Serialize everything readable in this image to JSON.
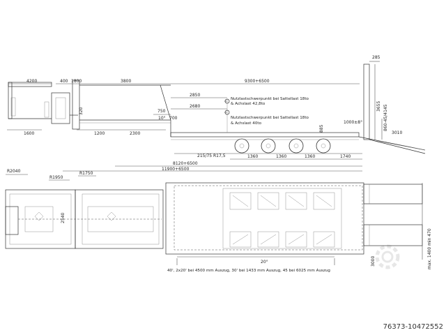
{
  "drawing": {
    "top_dims": {
      "d4200": "4200",
      "d400": "400",
      "d1800": "1800",
      "d3800": "3800",
      "d9300": "9300+6500",
      "d285": "285",
      "d2850": "2850",
      "d2680": "2680",
      "d750": "750",
      "d10": "10°",
      "d700": "700",
      "d3655": "3655",
      "d1000": "1000±8°",
      "d320": "320",
      "d860": "860-45/4145",
      "d3010": "3010",
      "d1600": "1600",
      "d1200": "1200",
      "d2300": "2300",
      "d885": "885",
      "d215": "215/75 R17,5",
      "d1360a": "1360",
      "d1360b": "1360",
      "d1360c": "1360",
      "d1740": "1740",
      "d8120": "8120+6500",
      "d11900": "11900+6500"
    },
    "notes": {
      "payload1_l1": "Nutzlastschwerpunkt bei Sattellast 18to",
      "payload1_l2": "& Achslast 42,8to",
      "payload2_l1": "Nutzlastschwerpunkt bei Sattellast 18to",
      "payload2_l2": "& Achslast 40to"
    },
    "plan_dims": {
      "r2040": "R2040",
      "r1950": "R1950",
      "r1750": "R1750",
      "d2540": "2540",
      "d20deg": "20°",
      "d3000": "3000",
      "max_width": "max. 1400 min 470",
      "container_note": "40', 2x20' bei 4500 mm Auszug, 30' bei 1433 mm Auszug, 45 bei 6025 mm Auszug"
    },
    "reference": "76373-10472552"
  }
}
